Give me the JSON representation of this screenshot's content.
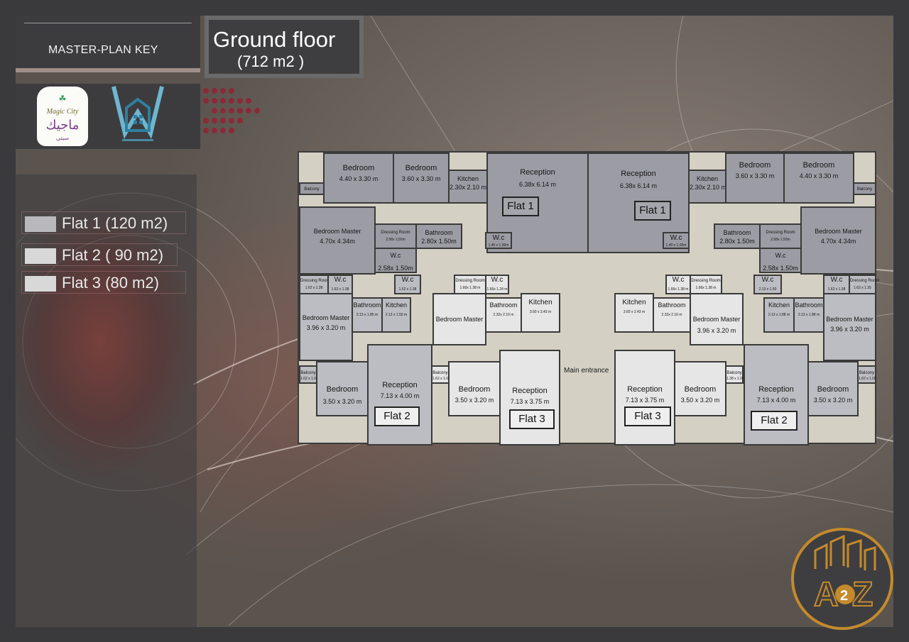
{
  "header": {
    "key_label": "MASTER-PLAN KEY",
    "title": "Ground floor",
    "area": "(712 m2 )"
  },
  "logos": {
    "magic_city_en": "Magic City",
    "magic_city_ar": "ماجيك",
    "magic_city_ar_sub": "سيتي"
  },
  "legend": [
    {
      "label": "Flat 1 (120 m2)",
      "color": "#b9b9bd"
    },
    {
      "label": "Flat 2 ( 90 m2)",
      "color": "#d8d8d8"
    },
    {
      "label": "Flat 3 (80 m2)",
      "color": "#d8d8d8"
    }
  ],
  "plan": {
    "main_entrance": "Main entrance",
    "flat_tags": [
      "Flat 1",
      "Flat 1",
      "Flat 2",
      "Flat 3",
      "Flat 3",
      "Flat 2"
    ],
    "rooms": {
      "bed_tl1": {
        "name": "Bedroom",
        "dim": "4.40 x 3.30 m"
      },
      "bed_tl2": {
        "name": "Bedroom",
        "dim": "3.60 x 3.30 m"
      },
      "kitchen_tl": {
        "name": "Kitchen",
        "dim": "2.30x 2.10 m"
      },
      "reception_tl": {
        "name": "Reception",
        "dim": "6.38x 6.14 m"
      },
      "reception_tr": {
        "name": "Reception",
        "dim": "6.38x 6.14 m"
      },
      "kitchen_tr": {
        "name": "Kitchen",
        "dim": "2.30x 2.10 m"
      },
      "bed_tr2": {
        "name": "Bedroom",
        "dim": "3.60 x 3.30 m"
      },
      "bed_tr1": {
        "name": "Bedroom",
        "dim": "4.40 x 3.30 m"
      },
      "balcony_tl": {
        "name": "Balcony"
      },
      "balcony_tr": {
        "name": "Balcony"
      },
      "master_tl": {
        "name": "Bedroom Master",
        "dim": "4.70x 4.34m"
      },
      "dress_tl": {
        "name": "Dressing Room",
        "dim": "2.58x 1.50m"
      },
      "bath_tl": {
        "name": "Bathroom",
        "dim": "2.80x 1.50m"
      },
      "wc_tl_a": {
        "name": "W.c",
        "dim": "1.40 x 1.00m"
      },
      "wc_tl_b": {
        "name": "W.c",
        "dim": "2.58x 1.50m"
      },
      "wc_tr_a": {
        "name": "W.c",
        "dim": "1.40 x 1.00m"
      },
      "bath_tr": {
        "name": "Bathroom",
        "dim": "2.80x 1.50m"
      },
      "dress_tr": {
        "name": "Dressing Room",
        "dim": "2.58x 1.50m"
      },
      "wc_tr_b": {
        "name": "W.c",
        "dim": "2.58x 1.50m"
      },
      "master_tr": {
        "name": "Bedroom Master",
        "dim": "4.70x 4.34m"
      },
      "dress_f2l": {
        "name": "Dressing Room",
        "dim": "1.62 x 1.38"
      },
      "wc_f2l": {
        "name": "W.c",
        "dim": "1.62 x 1.38"
      },
      "wc_f2l_b": {
        "name": "W.c",
        "dim": "1.62 x 1.38"
      },
      "master_f2l": {
        "name": "Bedroom Master",
        "dim": "3.96 x 3.20 m"
      },
      "bath_f2l": {
        "name": "Bathroom",
        "dim": "2.13 x 1.85 m"
      },
      "kitchen_f2l": {
        "name": "Kitchen",
        "dim": "2.13 x 1.50 m"
      },
      "balcony_f2l": {
        "name": "Balcony",
        "dim": "1.62 x 1.00"
      },
      "bed_f2l": {
        "name": "Bedroom",
        "dim": "3.50 x 3.20 m"
      },
      "reception_f2l": {
        "name": "Reception",
        "dim": "7.13 x 4.00 m"
      },
      "dress_f3l": {
        "name": "Dressing Room",
        "dim": "1.66x 1.38 m"
      },
      "wc_f3l": {
        "name": "W.c",
        "dim": "1.66x 1.24 m"
      },
      "master_f3l": {
        "name": "Bedroom Master"
      },
      "bath_f3l": {
        "name": "Bathroom",
        "dim": "2.32x 2.10 m"
      },
      "kitchen_f3l": {
        "name": "Kitchen",
        "dim": "3.60 x 2.43 m"
      },
      "balcony_f3l": {
        "name": "Balcony",
        "dim": "1.62 x 1.00"
      },
      "bed_f3l": {
        "name": "Bedroom",
        "dim": "3.50 x 3.20 m"
      },
      "reception_f3l": {
        "name": "Reception",
        "dim": "7.13 x 3.75 m"
      },
      "kitchen_f3r": {
        "name": "Kitchen",
        "dim": "3.60 x 2.43 m"
      },
      "bath_f3r": {
        "name": "Bathroom",
        "dim": "2.32x 2.10 m"
      },
      "wc_f3r": {
        "name": "W.c",
        "dim": "1.66x 1.38 m"
      },
      "dress_f3r": {
        "name": "Dressing Room",
        "dim": "1.66x 1.38 m"
      },
      "master_f3r": {
        "name": "Bedroom Master",
        "dim": "3.96 x 3.20 m"
      },
      "reception_f3r": {
        "name": "Reception",
        "dim": "7.13 x 3.75 m"
      },
      "bed_f3r": {
        "name": "Bedroom",
        "dim": "3.50 x 3.20 m"
      },
      "balcony_f3r": {
        "name": "Balcony",
        "dim": "1.38 x 1.00"
      },
      "wc_f2r": {
        "name": "W.c",
        "dim": "2.13 x 1.50"
      },
      "kitchen_f2r": {
        "name": "Kitchen",
        "dim": "2.13 x 1.88 m"
      },
      "bath_f2r": {
        "name": "Bathroom",
        "dim": "2.13 x 1.88 m"
      },
      "wc_f2r_b": {
        "name": "W.c",
        "dim": "1.62 x 1.38"
      },
      "dress_f2r": {
        "name": "Dressing Room",
        "dim": "1.62 x 1.35"
      },
      "master_f2r": {
        "name": "Bedroom Master",
        "dim": "3.96 x 3.20 m"
      },
      "reception_f2r": {
        "name": "Reception",
        "dim": "7.13 x 4.00 m"
      },
      "bed_f2r": {
        "name": "Bedroom",
        "dim": "3.50 x 3.20 m"
      },
      "balcony_f2r": {
        "name": "Balcony",
        "dim": "1.62 x 1.00"
      }
    }
  },
  "colors": {
    "flat1": "#9c9ca4",
    "flat2": "#bcbdc2",
    "flat3": "#e6e6e6",
    "circulation": "#d4d0c4",
    "frame": "#3a3a3d",
    "az_logo_gold": "#c48a2c"
  },
  "brand": {
    "az_logo_text": "A",
    "az_logo_text2": "Z",
    "az_logo_num": "2"
  }
}
